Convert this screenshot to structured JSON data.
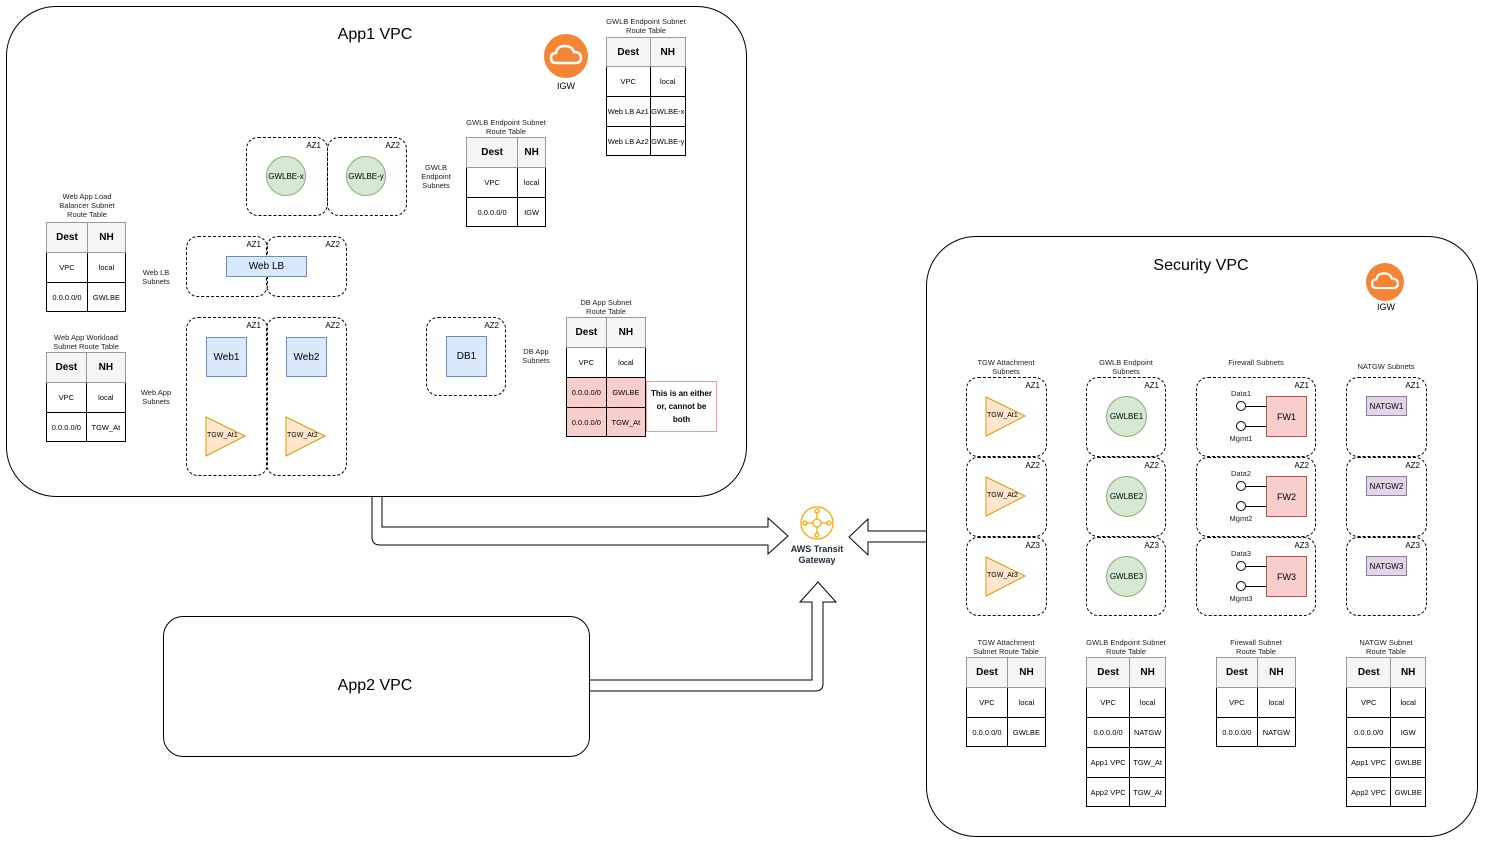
{
  "app1_vpc": {
    "title": "App1 VPC",
    "igw_label": "IGW",
    "gwlb_endpoint_subnets_label": "GWLB Endpoint Subnets",
    "web_lb_subnets_label": "Web LB Subnets",
    "web_app_subnets_label": "Web App Subnets",
    "db_app_subnets_label": "DB App Subnets",
    "gwlbe_x": "GWLBE-x",
    "gwlbe_y": "GWLBE-y",
    "web_lb": "Web LB",
    "web1": "Web1",
    "web2": "Web2",
    "db1": "DB1",
    "tgw_at1": "TGW_At1",
    "tgw_at2": "TGW_At2",
    "az_labels": {
      "az1": "AZ1",
      "az2": "AZ2"
    },
    "note": "This is an either or, cannot be both",
    "tables": {
      "igw_route": {
        "title": "GWLB Endpoint Subnet Route Table",
        "headers": [
          "Dest",
          "NH"
        ],
        "rows": [
          [
            "VPC",
            "local"
          ],
          [
            "Web LB Az1",
            "GWLBE-x"
          ],
          [
            "Web LB Az2",
            "GWLBE-y"
          ]
        ]
      },
      "gwlb_endpoint": {
        "title": "GWLB Endpoint Subnet Route Table",
        "headers": [
          "Dest",
          "NH"
        ],
        "rows": [
          [
            "VPC",
            "local"
          ],
          [
            "0.0.0.0/0",
            "IGW"
          ]
        ]
      },
      "web_lb": {
        "title": "Web App Load Balancer Subnet Route Table",
        "headers": [
          "Dest",
          "NH"
        ],
        "rows": [
          [
            "VPC",
            "local"
          ],
          [
            "0.0.0.0/0",
            "GWLBE"
          ]
        ]
      },
      "web_workload": {
        "title": "Web App Workload Subnet Route Table",
        "headers": [
          "Dest",
          "NH"
        ],
        "rows": [
          [
            "VPC",
            "local"
          ],
          [
            "0.0.0.0/0",
            "TGW_At"
          ]
        ]
      },
      "db_app": {
        "title": "DB App Subnet Route Table",
        "headers": [
          "Dest",
          "NH"
        ],
        "rows": [
          [
            "VPC",
            "local"
          ],
          [
            "0.0.0.0/0",
            "GWLBE"
          ],
          [
            "0.0.0.0/0",
            "TGW_At"
          ]
        ]
      }
    }
  },
  "app2_vpc": {
    "title": "App2 VPC"
  },
  "transit_gateway": {
    "label": "AWS Transit Gateway",
    "color": "#f7a800"
  },
  "security_vpc": {
    "title": "Security VPC",
    "igw_label": "IGW",
    "columns": {
      "tgw": {
        "title": "TGW Attachment Subnets",
        "items": [
          "TGW_At1",
          "TGW_At2",
          "TGW_At3"
        ]
      },
      "gwlbe": {
        "title": "GWLB Endpoint Subnets",
        "items": [
          "GWLBE1",
          "GWLBE2",
          "GWLBE3"
        ]
      },
      "firewall": {
        "title": "Firewall Subnets",
        "items": [
          {
            "name": "FW1",
            "data": "Data1",
            "mgmt": "Mgmt1"
          },
          {
            "name": "FW2",
            "data": "Data2",
            "mgmt": "Mgmt2"
          },
          {
            "name": "FW3",
            "data": "Data3",
            "mgmt": "Mgmt3"
          }
        ]
      },
      "natgw": {
        "title": "NATGW Subnets",
        "items": [
          "NATGW1",
          "NATGW2",
          "NATGW3"
        ]
      }
    },
    "az_labels": [
      "AZ1",
      "AZ2",
      "AZ3"
    ],
    "tables": {
      "tgw": {
        "title": "TGW Attachment Subnet Route Table",
        "headers": [
          "Dest",
          "NH"
        ],
        "rows": [
          [
            "VPC",
            "local"
          ],
          [
            "0.0.0.0/0",
            "GWLBE"
          ]
        ]
      },
      "gwlbe": {
        "title": "GWLB Endpoint Subnet Route Table",
        "headers": [
          "Dest",
          "NH"
        ],
        "rows": [
          [
            "VPC",
            "local"
          ],
          [
            "0.0.0.0/0",
            "NATGW"
          ],
          [
            "App1 VPC",
            "TGW_At"
          ],
          [
            "App2 VPC",
            "TGW_At"
          ]
        ]
      },
      "firewall": {
        "title": "Firewall Subnet Route Table",
        "headers": [
          "Dest",
          "NH"
        ],
        "rows": [
          [
            "VPC",
            "local"
          ],
          [
            "0.0.0.0/0",
            "NATGW"
          ]
        ]
      },
      "natgw": {
        "title": "NATGW Subnet Route Table",
        "headers": [
          "Dest",
          "NH"
        ],
        "rows": [
          [
            "VPC",
            "local"
          ],
          [
            "0.0.0.0/0",
            "IGW"
          ],
          [
            "App1 VPC",
            "GWLBE"
          ],
          [
            "App2 VPC",
            "GWLBE"
          ]
        ]
      }
    }
  },
  "colors": {
    "igw": "#f58534",
    "tgw_attachment_fill": "#ffe6cc",
    "tgw_attachment_stroke": "#d79b00",
    "gwlbe_fill": "#d5e8d4",
    "instance_fill": "#dae8fc",
    "firewall_fill": "#f8cecc",
    "natgw_fill": "#e1d5e7"
  }
}
